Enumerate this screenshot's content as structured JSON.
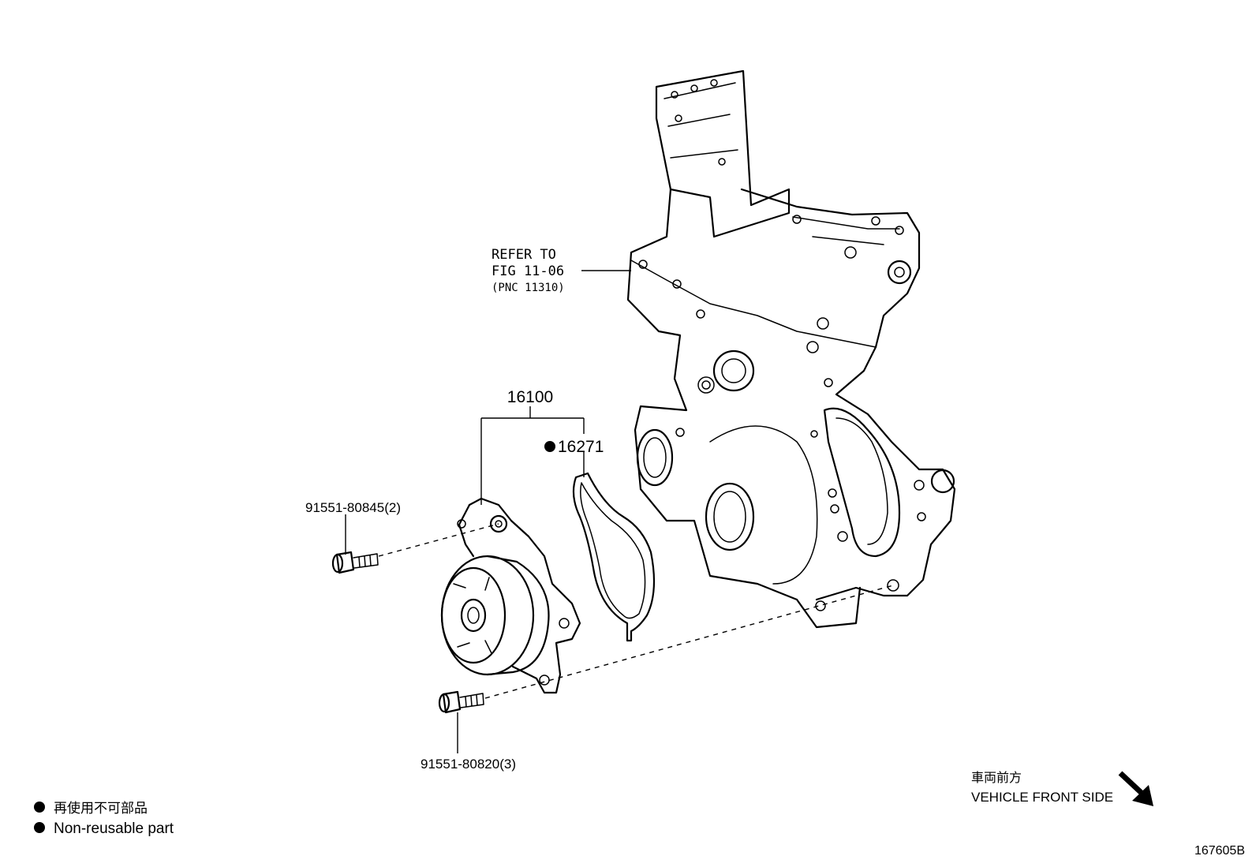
{
  "callouts": {
    "refer_line1": "REFER TO",
    "refer_line2": "FIG 11-06",
    "refer_line3": "(PNC 11310)",
    "pump_assy": "16100",
    "gasket": "16271",
    "bolt_upper": "91551-80845(2)",
    "bolt_lower": "91551-80820(3)"
  },
  "legend": {
    "jp_label": "再使用不可部品",
    "en_label": "Non-reusable part"
  },
  "orientation": {
    "jp_label": "車両前方",
    "en_label": "VEHICLE FRONT SIDE"
  },
  "figure_id": "167605B",
  "icons": {
    "non_reusable_marker": "filled-circle-icon",
    "direction": "diagonal-arrow-icon"
  }
}
